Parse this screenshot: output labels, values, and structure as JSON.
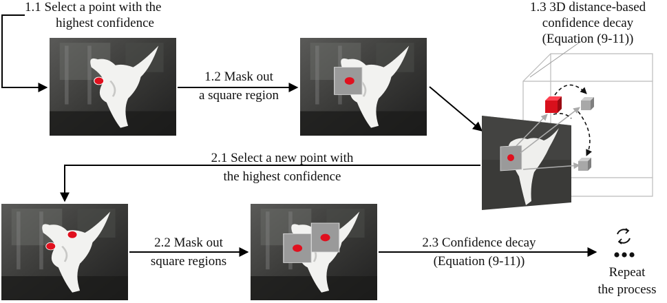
{
  "steps": {
    "s1_1": {
      "line1": "1.1 Select a point with the",
      "line2": "highest confidence"
    },
    "s1_2": {
      "line1": "1.2 Mask out",
      "line2": "a square region"
    },
    "s1_3": {
      "line1": "1.3 3D distance-based",
      "line2": "confidence decay",
      "line3": "(Equation (9-11))"
    },
    "s2_1": {
      "line1": "2.1 Select a new point with",
      "line2": "the highest confidence"
    },
    "s2_2": {
      "line1": "2.2 Mask out",
      "line2": "square regions"
    },
    "s2_3": {
      "line1": "2.3 Confidence decay",
      "line2": "(Equation (9-11))"
    },
    "repeat": {
      "line1": "Repeat",
      "line2": "the process"
    }
  },
  "colors": {
    "point": "#e0101e",
    "mask": "#9a9a9a",
    "cube_red": "#d8101c",
    "cube_gray": "#a8a8a8",
    "photo_bg": "#2a2a2a"
  },
  "icons": [
    "cycle-arrows-icon",
    "ellipsis-dots-icon"
  ]
}
